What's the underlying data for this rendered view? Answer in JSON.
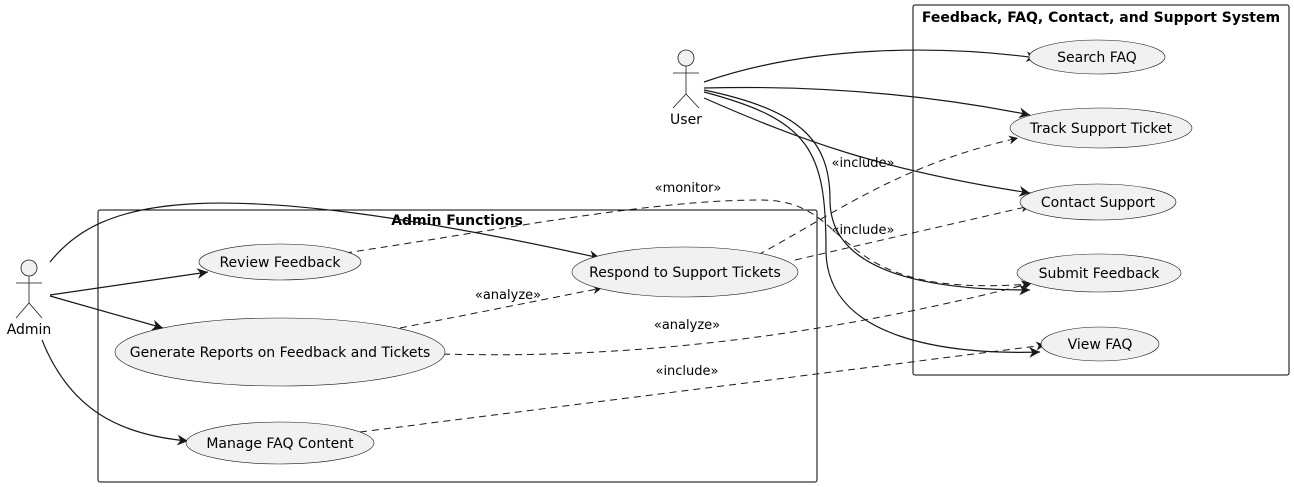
{
  "diagram": {
    "system_box_title": "Feedback, FAQ, Contact, and Support System",
    "admin_box_title": "Admin Functions",
    "actors": {
      "user": "User",
      "admin": "Admin"
    },
    "use_cases": {
      "search_faq": "Search FAQ",
      "track_ticket": "Track Support Ticket",
      "contact_support": "Contact Support",
      "submit_feedback": "Submit Feedback",
      "view_faq": "View FAQ",
      "review_feedback": "Review Feedback",
      "respond_tickets": "Respond to Support Tickets",
      "generate_reports": "Generate Reports on Feedback and Tickets",
      "manage_faq": "Manage FAQ Content"
    },
    "relations": {
      "monitor": "«monitor»",
      "include_track": "«include»",
      "include_contact": "«include»",
      "analyze_respond": "«analyze»",
      "analyze_feedback": "«analyze»",
      "include_view": "«include»"
    }
  }
}
